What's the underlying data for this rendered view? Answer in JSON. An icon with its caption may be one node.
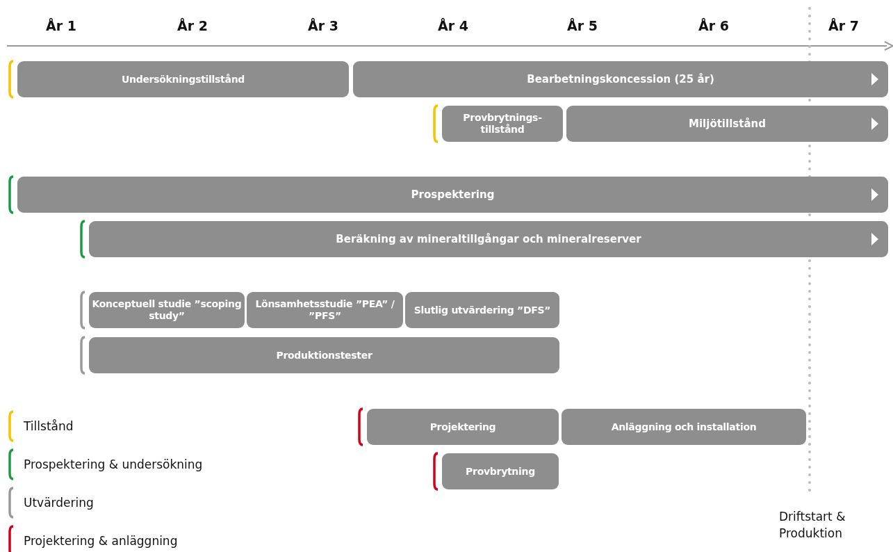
{
  "diagram": {
    "nodes": [
      {
        "text": [
          "Undersökningstillstånd"
        ]
      },
      {
        "text": [
          "Bearbetningskoncession (25 år)"
        ]
      },
      {
        "text": [
          "Provbrytnings-tillstånd"
        ]
      },
      {
        "text": [
          "Miljötillstånd"
        ]
      },
      {
        "text": [
          "Prospektering"
        ]
      },
      {
        "text": [
          "Beräkning av mineraltillgångar och mineralreserver"
        ]
      },
      {
        "text": [
          "Konceptuell studie ”scoping study”"
        ]
      },
      {
        "text": [
          "Lönsamhetsstudie ”PEA” / ”PFS”"
        ]
      },
      {
        "text": [
          "Slutlig utvärdering ”DFS”"
        ]
      },
      {
        "text": [
          "Produktionstester"
        ]
      },
      {
        "text": [
          "Projektering"
        ]
      },
      {
        "text": [
          "Anläggning och installation"
        ]
      },
      {
        "text": [
          "Provbrytning"
        ]
      }
    ],
    "labels": [
      "År 1",
      "År 2",
      "År 3",
      "År 4",
      "År 5",
      "År 6",
      "År 7",
      "Driftstart & Produktion"
    ],
    "legend": [
      {
        "text": "Tillstånd",
        "color": "#f5c400"
      },
      {
        "text": "Prospektering & undersökning",
        "color": "#1c9a44"
      },
      {
        "text": "Utvärdering",
        "color": "#9a9a9a"
      },
      {
        "text": "Projektering & anläggning",
        "color": "#d0021b"
      }
    ]
  }
}
